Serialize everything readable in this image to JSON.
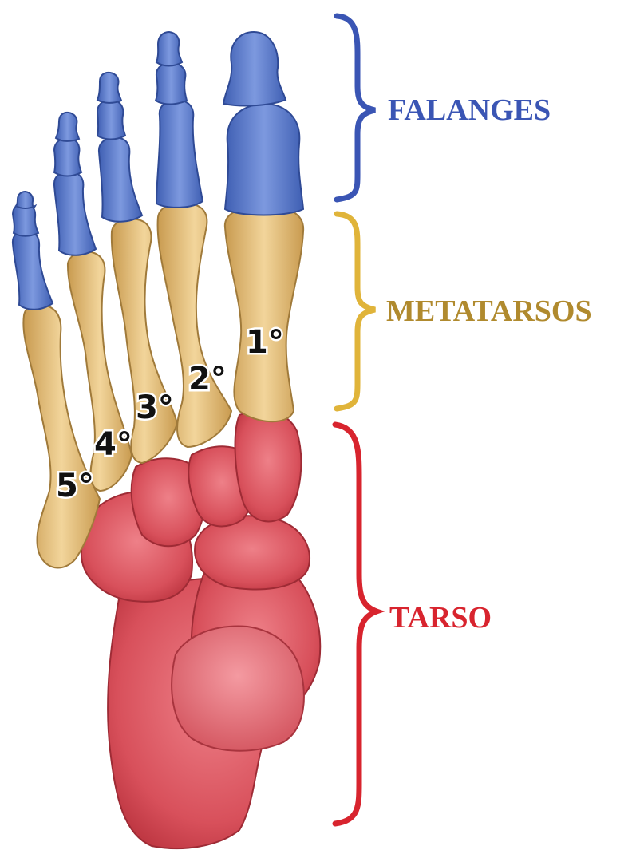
{
  "colors": {
    "falanges": "#3a55b4",
    "metatarsos": "#b08a2e",
    "tarso": "#d8242e",
    "bone_blue": "#5577c6",
    "bone_yellow": "#e2bd79",
    "bone_red": "#d9555f",
    "background": "#ffffff"
  },
  "labels": {
    "falanges": "FALANGES",
    "metatarsos": "METATARSOS",
    "tarso": "TARSO"
  },
  "metatarsal_numbers": [
    "1°",
    "2°",
    "3°",
    "4°",
    "5°"
  ],
  "icons": {
    "falanges_bracket": "curly-brace",
    "metatarsos_bracket": "curly-brace",
    "tarso_bracket": "curly-brace"
  }
}
